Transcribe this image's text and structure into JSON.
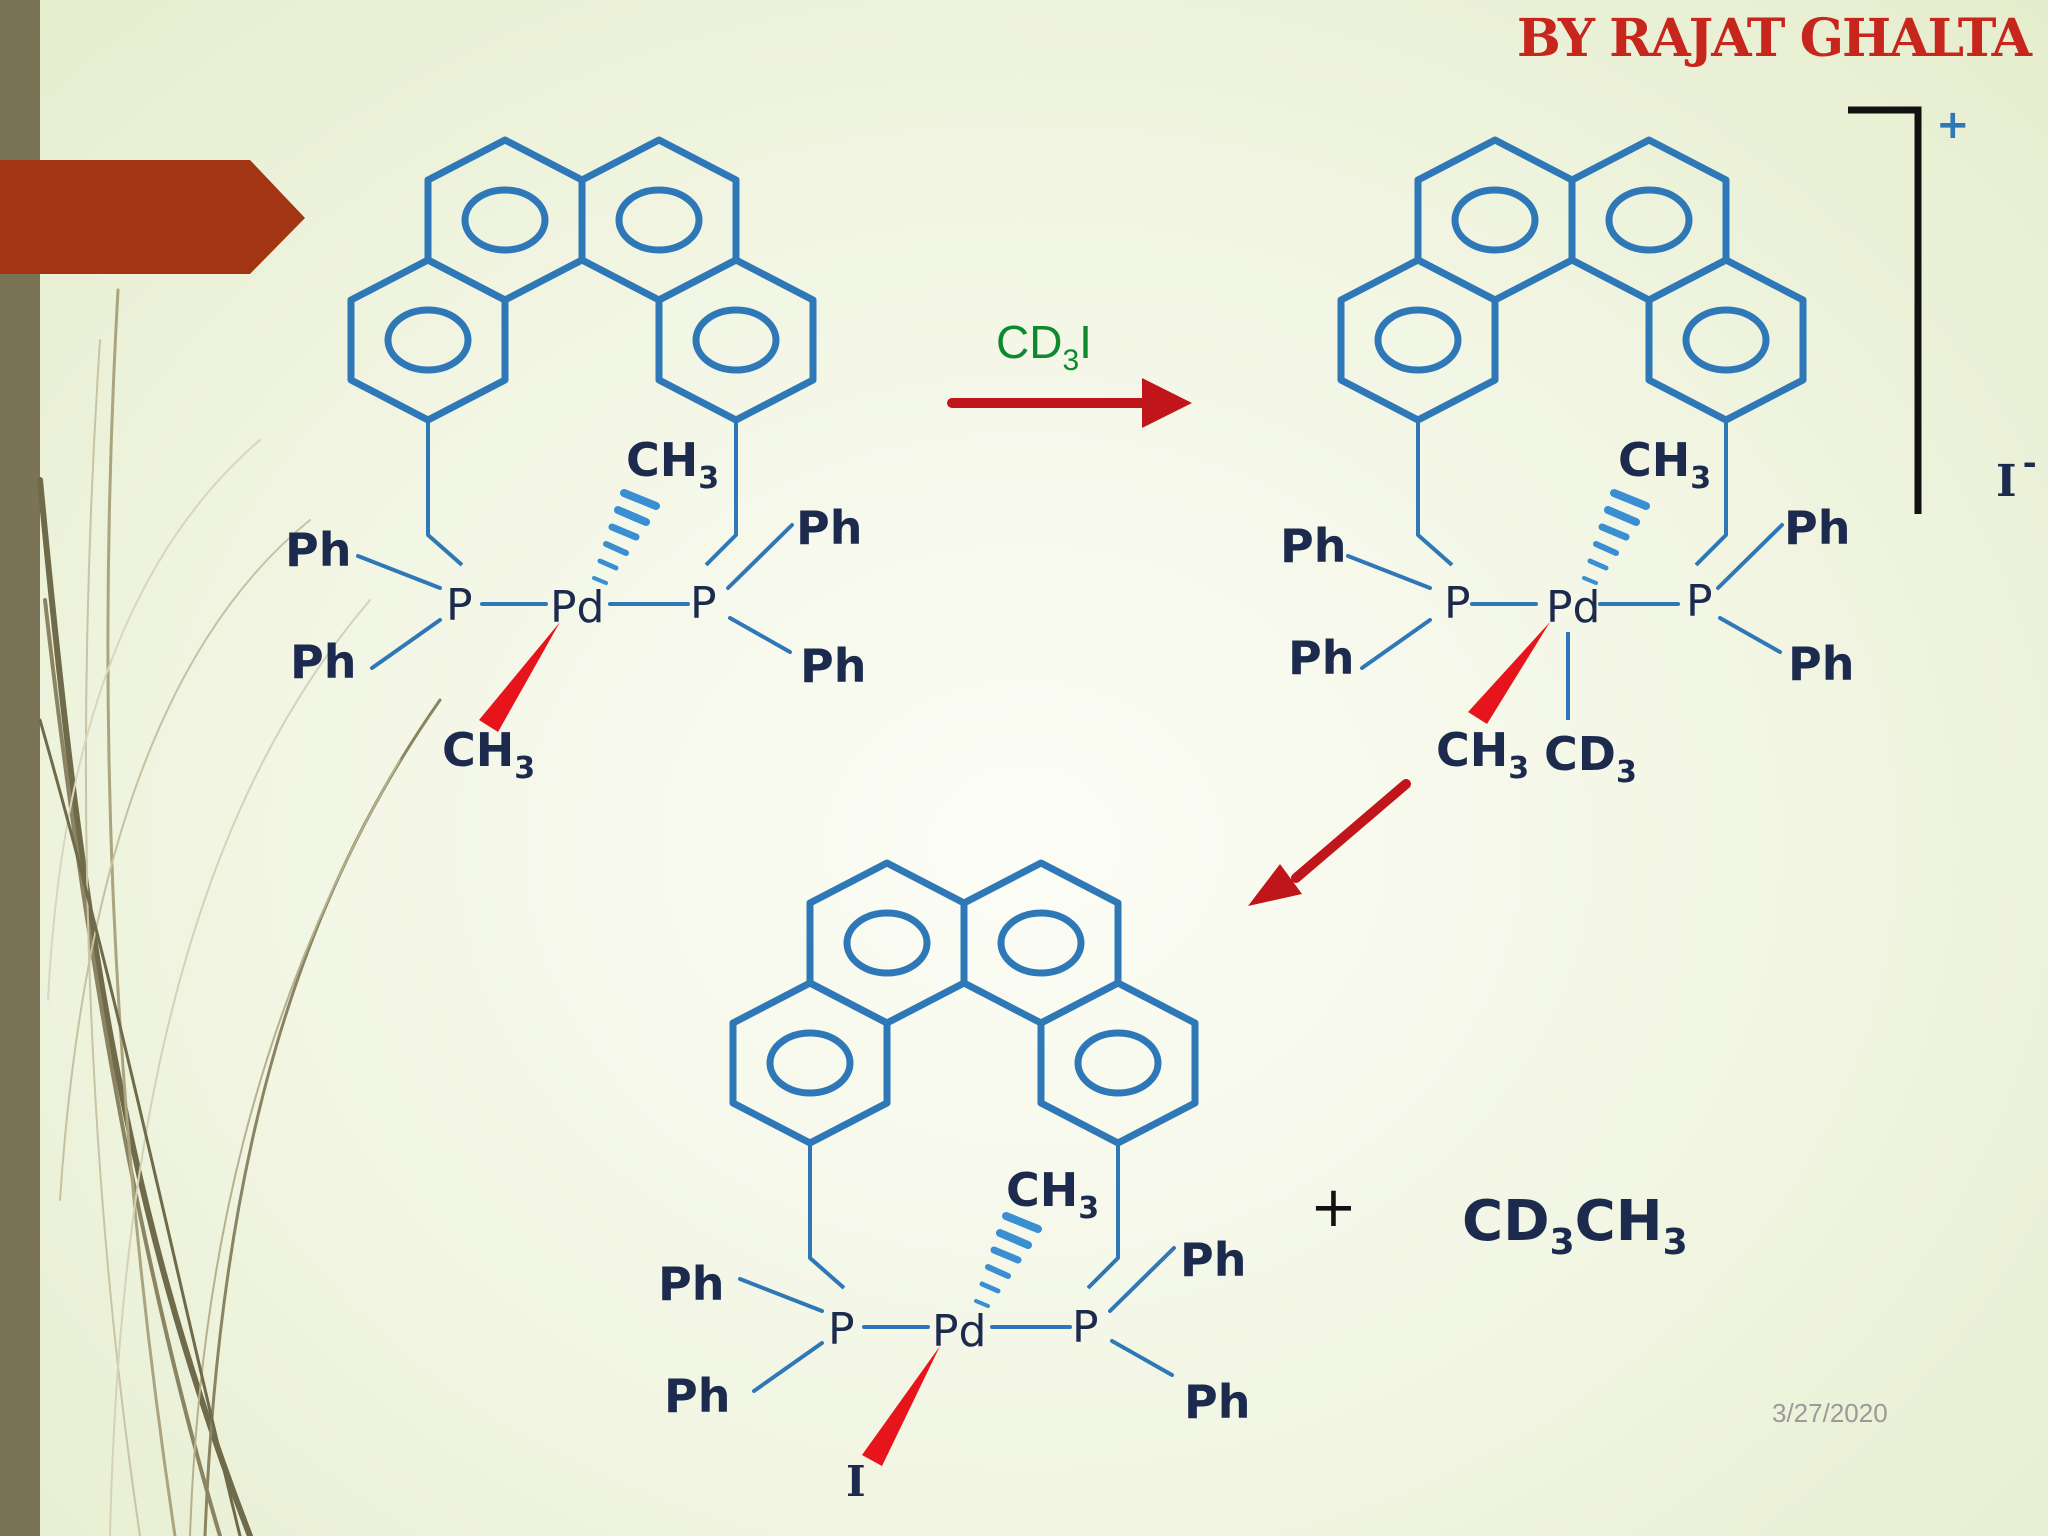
{
  "watermark": "BY RAJAT GHALTA",
  "reagent": {
    "main": "CD",
    "sub": "3",
    "tail": "I"
  },
  "labels": {
    "ph": "Ph",
    "p": "P",
    "pd": "Pd",
    "ch": "CH",
    "cd": "CD",
    "three": "3",
    "iodine": "I",
    "charge_plus": "+",
    "counter_ion": "I",
    "counter_ion_charge": "-",
    "plus": "+"
  },
  "product": {
    "part1": "CD",
    "sub1": "3",
    "part2": "CH",
    "sub2": "3"
  },
  "date": "3/27/2020",
  "colors": {
    "ring_blue": "#2f78b8",
    "label_navy": "#1c2a4e",
    "arrow_red": "#c0151b",
    "reagent_green": "#0e8a2e",
    "wedge_red": "#e8141c",
    "hash_blue": "#3a8ed2",
    "watermark_red": "#c7261d",
    "sidebar": "#7b7355",
    "accent": "#a23614"
  },
  "icons": [
    "reaction-arrow-icon",
    "accent-arrow-icon"
  ]
}
